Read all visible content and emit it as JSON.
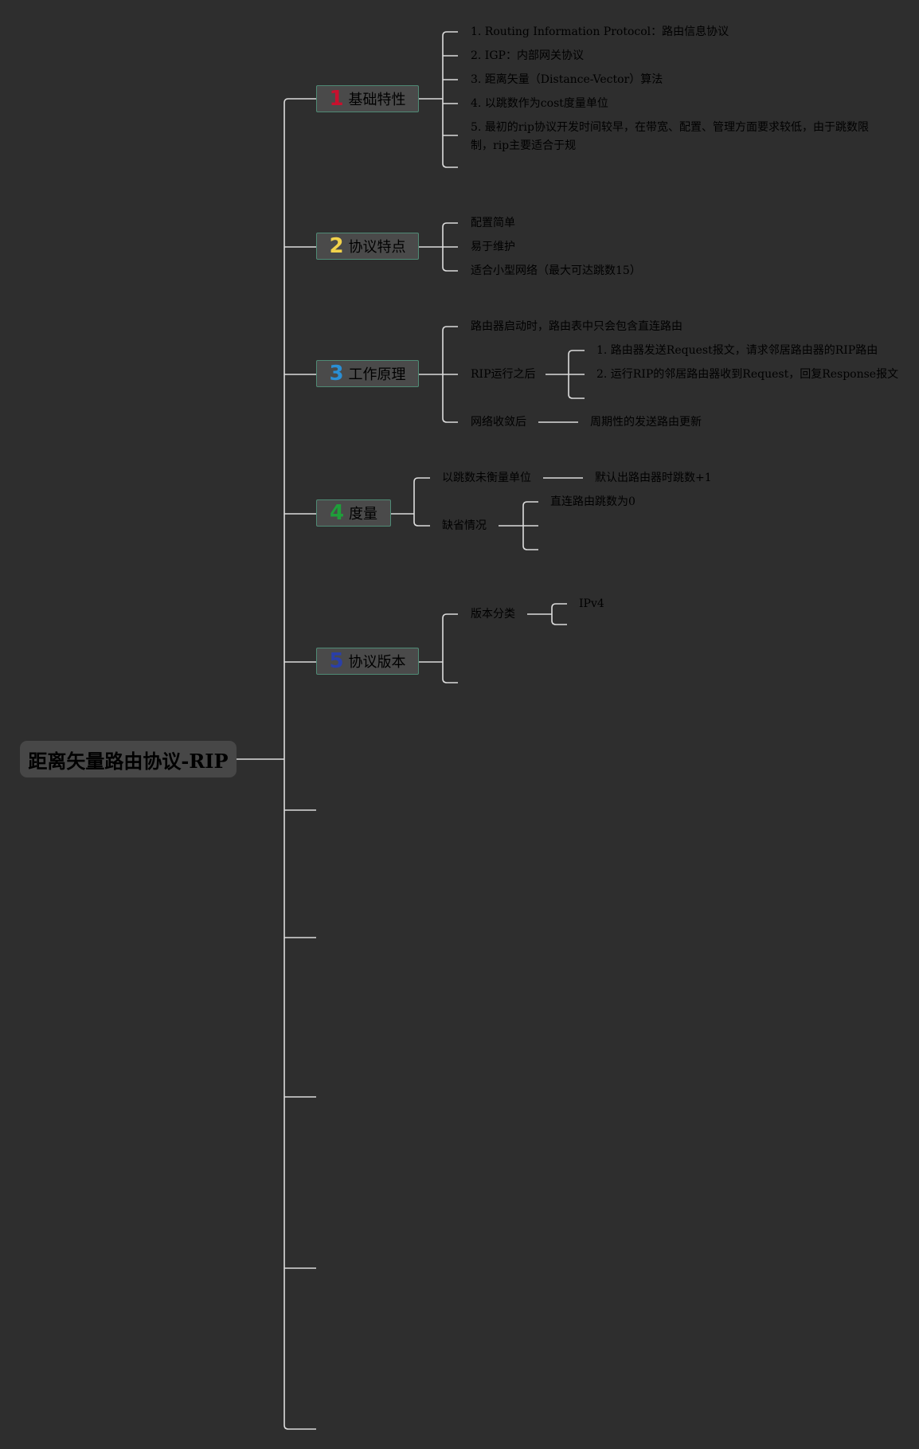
{
  "root": {
    "title": "距离矢量路由协议-RIP"
  },
  "branches": [
    {
      "number": "1",
      "label": "基础特性",
      "number_color": "#c8102e"
    },
    {
      "number": "2",
      "label": "协议特点",
      "number_color": "#f2d24b"
    },
    {
      "number": "3",
      "label": "工作原理",
      "number_color": "#2a8fd6"
    },
    {
      "number": "4",
      "label": "度量",
      "number_color": "#1f9e3a"
    },
    {
      "number": "5",
      "label": "协议版本",
      "number_color": "#2a3fa8"
    }
  ],
  "basic": [
    "1. Routing Information Protocol：路由信息协议",
    "2. IGP：内部网关协议",
    "3. 距离矢量（Distance-Vector）算法",
    "4. 以跳数作为cost度量单位",
    "5. 最初的rip协议开发时间较早，在带宽、配置、管理方面要求较低，由于跳数限制，rip主要适合于规"
  ],
  "features": [
    "配置简单",
    "易于维护",
    "适合小型网络（最大可达跳数15）"
  ],
  "principle": {
    "startup": "路由器启动时，路由表中只会包含直连路由",
    "after_run": "RIP运行之后",
    "after_run_items": [
      "1. 路由器发送Request报文，请求邻居路由器的RIP路由",
      "2. 运行RIP的邻居路由器收到Request，回复Response报文"
    ],
    "converged": "网络收敛后",
    "converged_item": "周期性的发送路由更新"
  },
  "metric": {
    "hop_unit": "以跳数未衡量单位",
    "hop_unit_item": "默认出路由器时跳数+1",
    "default": "缺省情况",
    "default_item": "直连路由跳数为0"
  },
  "version": {
    "category": "版本分类",
    "category_item": "IPv4"
  }
}
